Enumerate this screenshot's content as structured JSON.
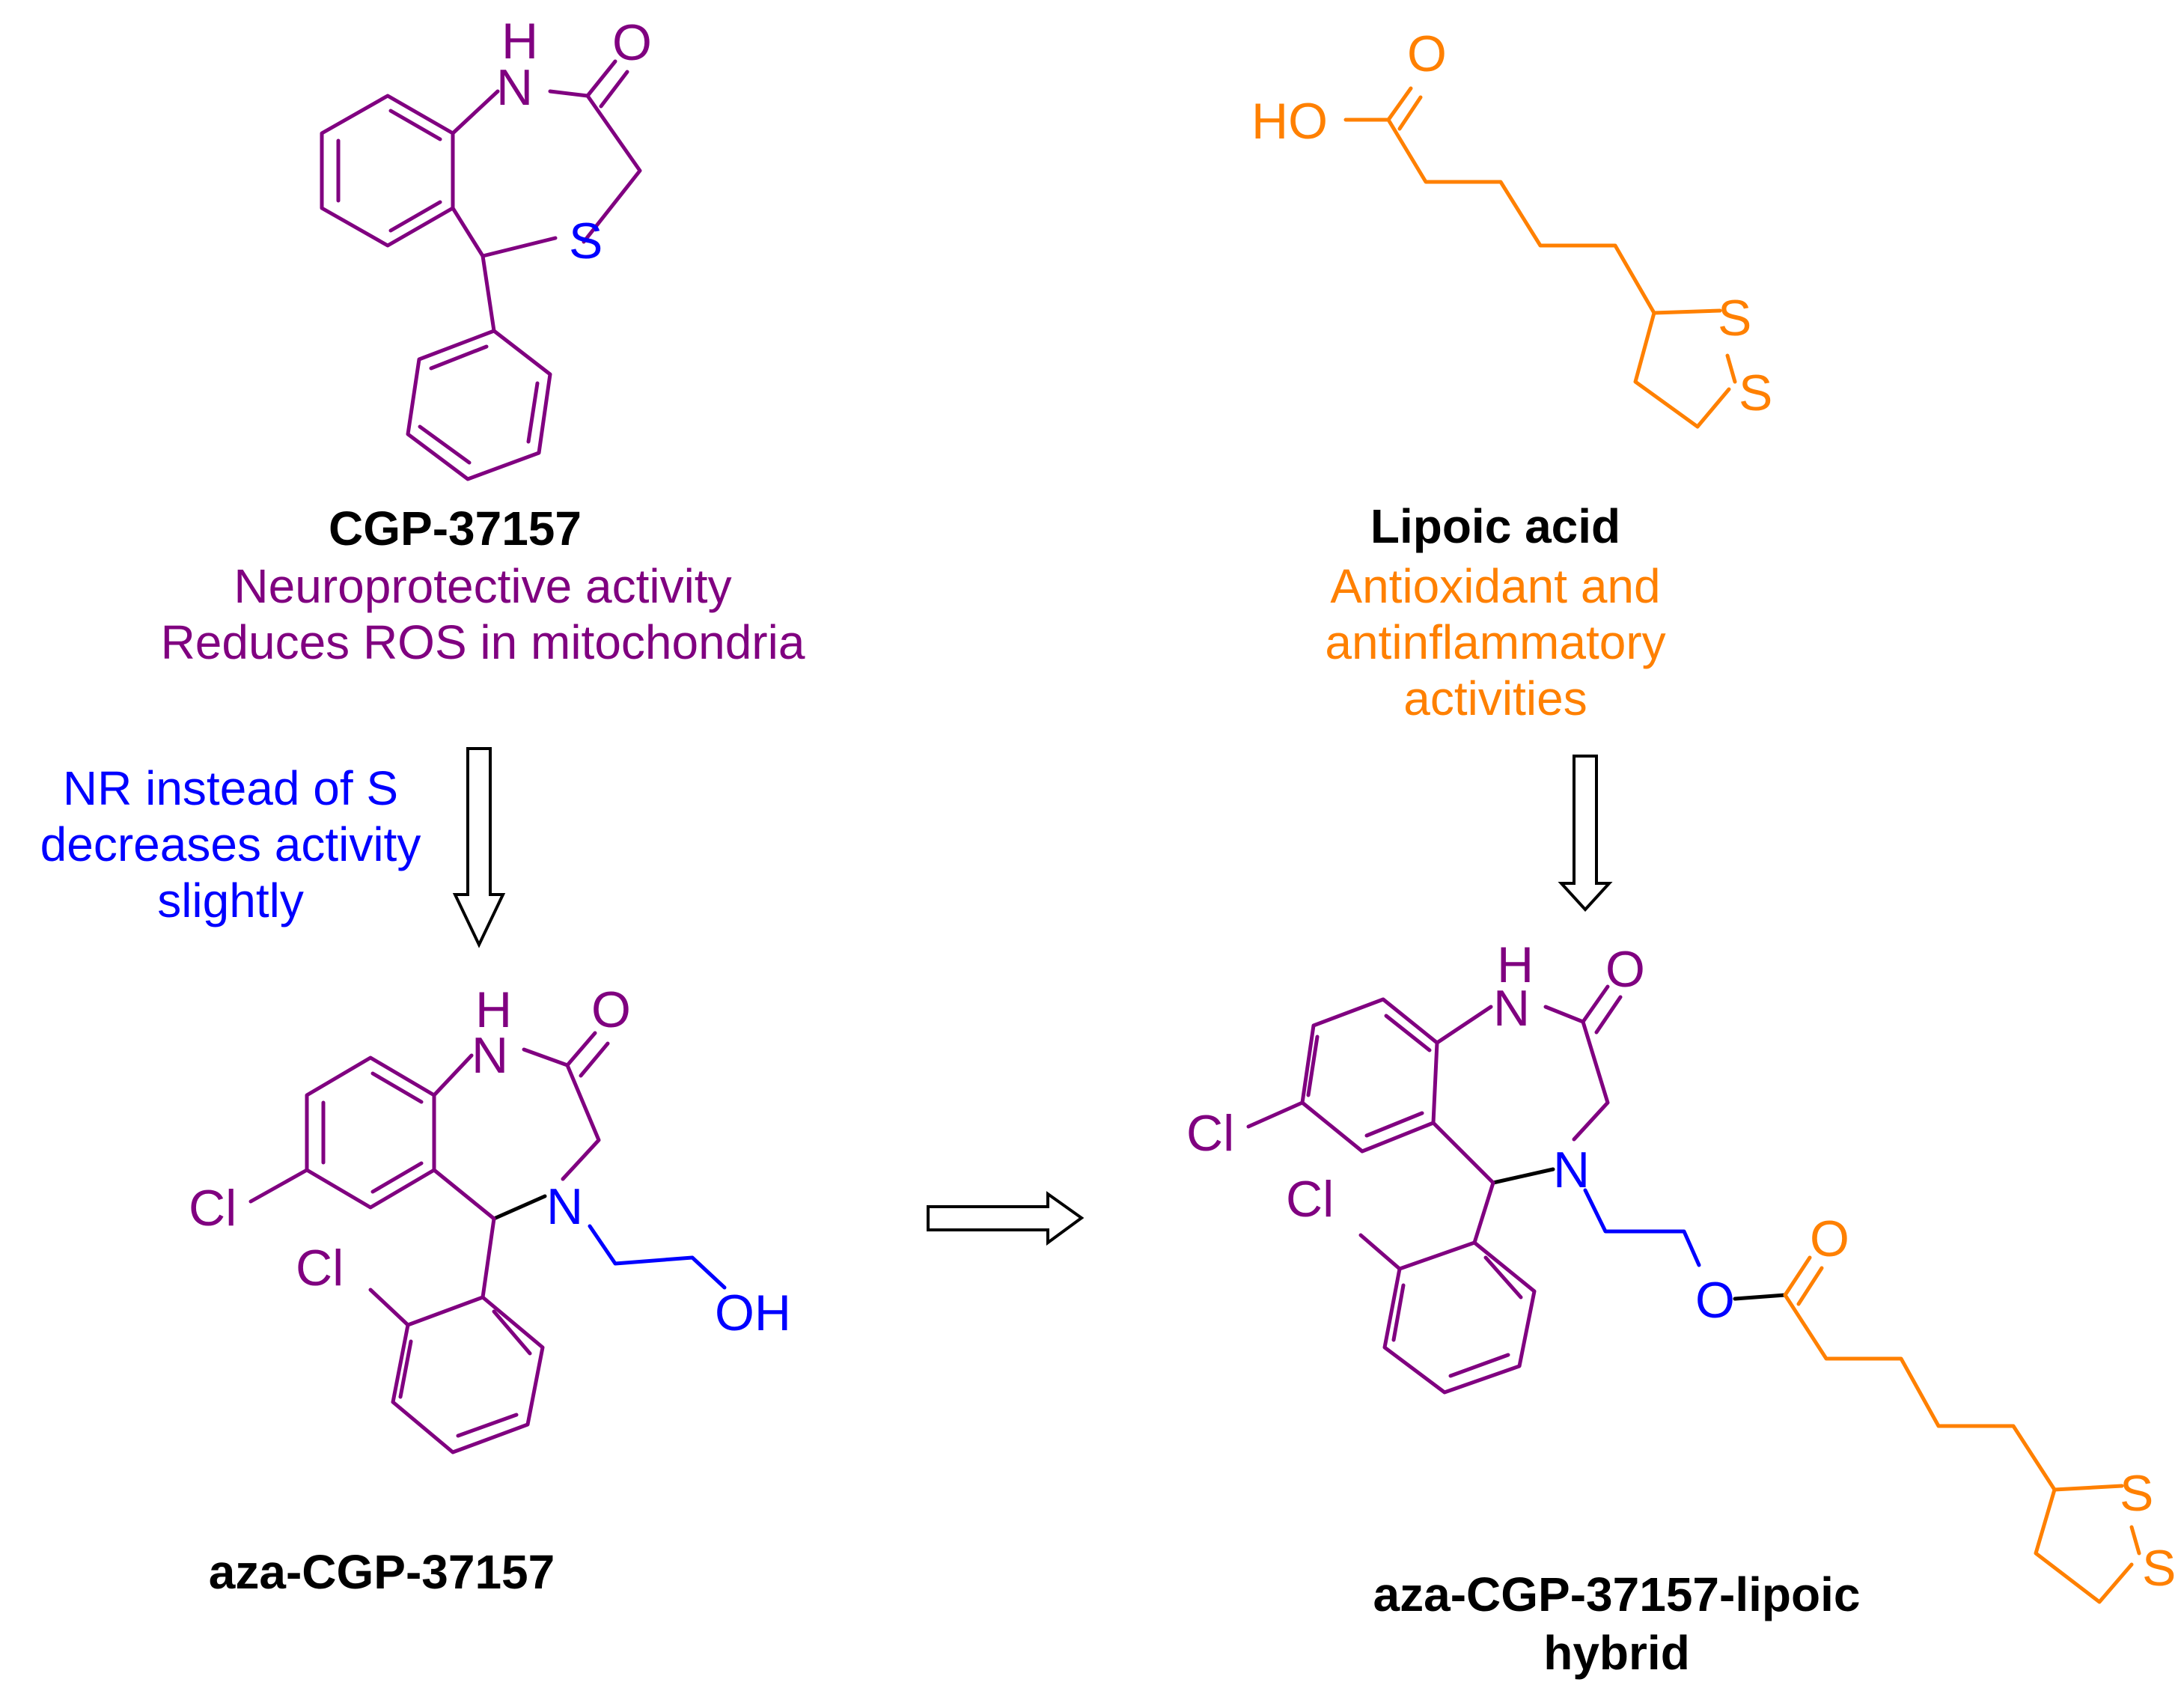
{
  "colors": {
    "cgp_scaffold": "#800080",
    "nitrogen_substituent": "#0000ff",
    "lipoic": "#ff8000",
    "labels": "#000000"
  },
  "compounds": {
    "cgp": {
      "name": "CGP-37157",
      "note_line1": "Neuroprotective activity",
      "note_line2": "Reduces ROS in mitochondria"
    },
    "lipoic": {
      "name": "Lipoic acid",
      "note_line1": "Antioxidant and",
      "note_line2": "antinflammatory",
      "note_line3": "activities"
    },
    "aza": {
      "name": "aza-CGP-37157"
    },
    "hybrid": {
      "name_line1": "aza-CGP-37157-lipoic",
      "name_line2": "hybrid"
    }
  },
  "modification_note": {
    "line1": "NR instead of S",
    "line2": "decreases activity",
    "line3": "slightly"
  },
  "atoms": {
    "H": "H",
    "N": "N",
    "O": "O",
    "S": "S",
    "Cl": "Cl",
    "HO": "HO",
    "OH": "OH"
  }
}
